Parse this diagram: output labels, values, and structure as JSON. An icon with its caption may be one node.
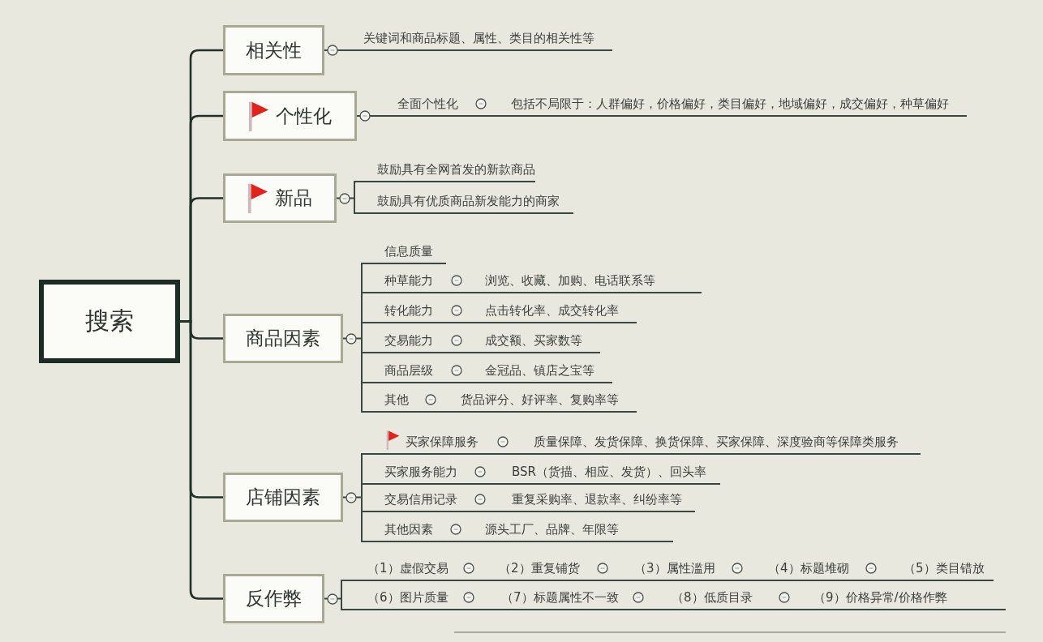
{
  "diagram": {
    "nodes": [
      {
        "text": [
          "搜索"
        ]
      },
      {
        "text": [
          "相关性"
        ]
      },
      {
        "text": [
          "关键词和商品标题、属性、类目的相关性等"
        ]
      },
      {
        "text": [
          "个性化"
        ]
      },
      {
        "text": [
          "全面个性化"
        ]
      },
      {
        "text": [
          "包括不局限于：人群偏好，价格偏好，类目偏好，地域偏好，成交偏好，种草偏好"
        ]
      },
      {
        "text": [
          "新品"
        ]
      },
      {
        "text": [
          "鼓励具有全网首发的新款商品"
        ]
      },
      {
        "text": [
          "鼓励具有优质商品新发能力的商家"
        ]
      },
      {
        "text": [
          "商品因素"
        ]
      },
      {
        "text": [
          "信息质量"
        ]
      },
      {
        "text": [
          "种草能力"
        ]
      },
      {
        "text": [
          "浏览、收藏、加购、电话联系等"
        ]
      },
      {
        "text": [
          "转化能力"
        ]
      },
      {
        "text": [
          "点击转化率、成交转化率"
        ]
      },
      {
        "text": [
          "交易能力"
        ]
      },
      {
        "text": [
          "成交额、买家数等"
        ]
      },
      {
        "text": [
          "商品层级"
        ]
      },
      {
        "text": [
          "金冠品、镇店之宝等"
        ]
      },
      {
        "text": [
          "其他"
        ]
      },
      {
        "text": [
          "货品评分、好评率、复购率等"
        ]
      },
      {
        "text": [
          "店铺因素"
        ]
      },
      {
        "text": [
          "买家保障服务"
        ]
      },
      {
        "text": [
          "质量保障、发货保障、换货保障、买家保障、深度验商等保障类服务"
        ]
      },
      {
        "text": [
          "买家服务能力"
        ]
      },
      {
        "text": [
          "BSR（货描、相应、发货）、回头率"
        ]
      },
      {
        "text": [
          "交易信用记录"
        ]
      },
      {
        "text": [
          "重复采购率、退款率、纠纷率等"
        ]
      },
      {
        "text": [
          "其他因素"
        ]
      },
      {
        "text": [
          "源头工厂、品牌、年限等"
        ]
      },
      {
        "text": [
          "反作弊"
        ]
      },
      {
        "text": [
          "（1）虚假交易"
        ]
      },
      {
        "text": [
          "（2）重复铺货"
        ]
      },
      {
        "text": [
          "（3）属性滥用"
        ]
      },
      {
        "text": [
          "（4）标题堆砌"
        ]
      },
      {
        "text": [
          "（5）类目错放"
        ]
      },
      {
        "text": [
          "（6）图片质量"
        ]
      },
      {
        "text": [
          "（7）标题属性不一致"
        ]
      },
      {
        "text": [
          "（8）低质目录"
        ]
      },
      {
        "text": [
          "（9）价格异常/价格作弊"
        ]
      }
    ],
    "edges": [
      {
        "from": 0,
        "to": 1,
        "arrow": "none"
      },
      {
        "from": 0,
        "to": 3,
        "arrow": "none"
      },
      {
        "from": 0,
        "to": 6,
        "arrow": "none"
      },
      {
        "from": 0,
        "to": 9,
        "arrow": "none"
      },
      {
        "from": 0,
        "to": 21,
        "arrow": "none"
      },
      {
        "from": 0,
        "to": 30,
        "arrow": "none"
      },
      {
        "from": 1,
        "to": 2,
        "arrow": "none"
      },
      {
        "from": 3,
        "to": 4,
        "arrow": "none"
      },
      {
        "from": 4,
        "to": 5,
        "arrow": "none"
      },
      {
        "from": 6,
        "to": 7,
        "arrow": "none"
      },
      {
        "from": 6,
        "to": 8,
        "arrow": "none"
      },
      {
        "from": 9,
        "to": 10,
        "arrow": "none"
      },
      {
        "from": 9,
        "to": 11,
        "arrow": "none"
      },
      {
        "from": 11,
        "to": 12,
        "arrow": "none"
      },
      {
        "from": 9,
        "to": 13,
        "arrow": "none"
      },
      {
        "from": 13,
        "to": 14,
        "arrow": "none"
      },
      {
        "from": 9,
        "to": 15,
        "arrow": "none"
      },
      {
        "from": 15,
        "to": 16,
        "arrow": "none"
      },
      {
        "from": 9,
        "to": 17,
        "arrow": "none"
      },
      {
        "from": 17,
        "to": 18,
        "arrow": "none"
      },
      {
        "from": 9,
        "to": 19,
        "arrow": "none"
      },
      {
        "from": 19,
        "to": 20,
        "arrow": "none"
      },
      {
        "from": 21,
        "to": 22,
        "arrow": "none"
      },
      {
        "from": 22,
        "to": 23,
        "arrow": "none"
      },
      {
        "from": 21,
        "to": 24,
        "arrow": "none"
      },
      {
        "from": 24,
        "to": 25,
        "arrow": "none"
      },
      {
        "from": 21,
        "to": 26,
        "arrow": "none"
      },
      {
        "from": 26,
        "to": 27,
        "arrow": "none"
      },
      {
        "from": 21,
        "to": 28,
        "arrow": "none"
      },
      {
        "from": 28,
        "to": 29,
        "arrow": "none"
      },
      {
        "from": 30,
        "to": 31,
        "arrow": "none"
      },
      {
        "from": 31,
        "to": 32,
        "arrow": "none"
      },
      {
        "from": 32,
        "to": 33,
        "arrow": "none"
      },
      {
        "from": 33,
        "to": 34,
        "arrow": "none"
      },
      {
        "from": 34,
        "to": 35,
        "arrow": "none"
      },
      {
        "from": 30,
        "to": 36,
        "arrow": "none"
      },
      {
        "from": 36,
        "to": 37,
        "arrow": "none"
      },
      {
        "from": 37,
        "to": 38,
        "arrow": "none"
      },
      {
        "from": 38,
        "to": 39,
        "arrow": "none"
      }
    ]
  }
}
